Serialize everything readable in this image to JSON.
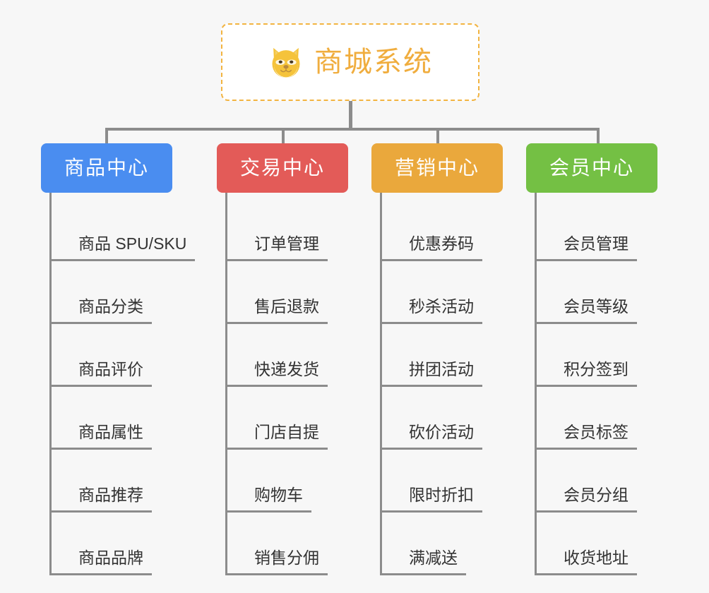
{
  "page": {
    "background_color": "#f7f7f7",
    "line_color": "#8c8c8c"
  },
  "root": {
    "title": "商城系统",
    "icon": "shiba-inu-dog-face-emoji",
    "text_color": "#f0ad3e",
    "border_color": "#f2b441",
    "background_color": "#ffffff"
  },
  "columns": [
    {
      "title": "商品中心",
      "color": "#4a8df0",
      "items": [
        {
          "label": "商品 SPU/SKU"
        },
        {
          "label": "商品分类"
        },
        {
          "label": "商品评价"
        },
        {
          "label": "商品属性"
        },
        {
          "label": "商品推荐"
        },
        {
          "label": "商品品牌"
        }
      ]
    },
    {
      "title": "交易中心",
      "color": "#e35b58",
      "items": [
        {
          "label": "订单管理"
        },
        {
          "label": "售后退款"
        },
        {
          "label": "快递发货"
        },
        {
          "label": "门店自提"
        },
        {
          "label": "购物车"
        },
        {
          "label": "销售分佣"
        }
      ]
    },
    {
      "title": "营销中心",
      "color": "#eaa83c",
      "items": [
        {
          "label": "优惠券码"
        },
        {
          "label": "秒杀活动"
        },
        {
          "label": "拼团活动"
        },
        {
          "label": "砍价活动"
        },
        {
          "label": "限时折扣"
        },
        {
          "label": "满减送"
        }
      ]
    },
    {
      "title": "会员中心",
      "color": "#74c044",
      "items": [
        {
          "label": "会员管理"
        },
        {
          "label": "会员等级"
        },
        {
          "label": "积分签到"
        },
        {
          "label": "会员标签"
        },
        {
          "label": "会员分组"
        },
        {
          "label": "收货地址"
        }
      ]
    }
  ]
}
